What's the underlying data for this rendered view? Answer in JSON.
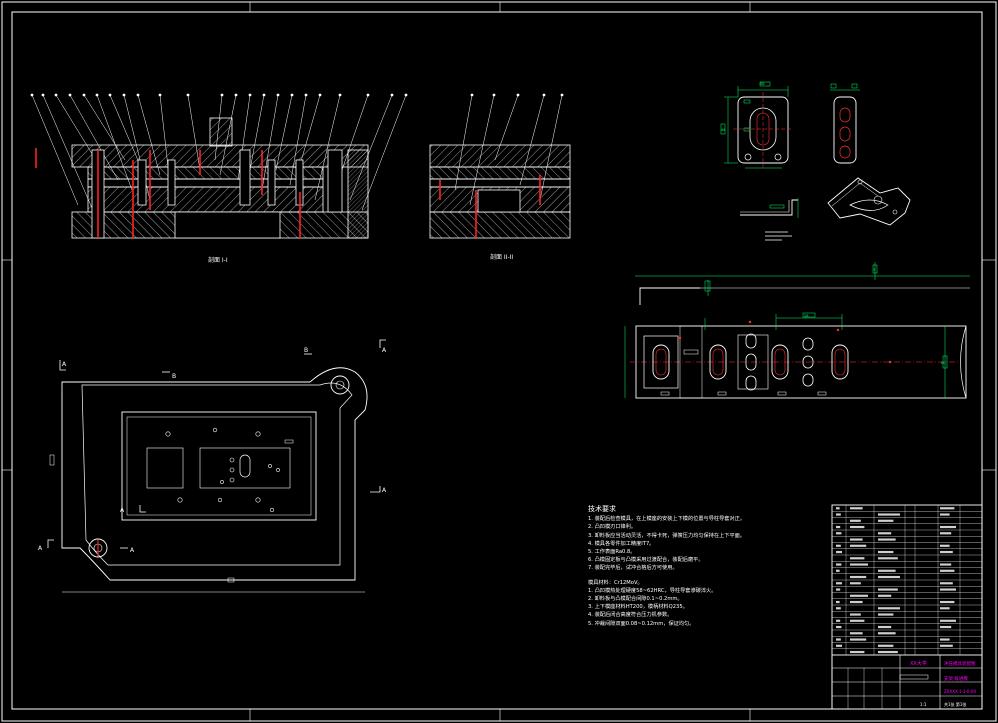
{
  "colors": {
    "background": "#000000",
    "line": "#ffffff",
    "section_red": "#ff2020",
    "dimension_green": "#00ff66",
    "centerline": "#ff3030",
    "title_magenta": "#ff00ff",
    "leader_blue": "#5080ff"
  },
  "views": {
    "section_a_label": "剖面 I-I",
    "section_b_label": "剖面 II-II",
    "plan_markers": [
      "A",
      "A",
      "B",
      "B",
      "A",
      "A",
      "A",
      "A"
    ]
  },
  "part": {
    "dim_width": "58",
    "dim_height": "46"
  },
  "strip": {
    "dim_pitch": "28",
    "dim_total": "60",
    "dim_side": "3"
  },
  "notes": {
    "heading": "技术要求",
    "lines": [
      "1. 装配后检查模具，在上模座的安装上下模的位置与导柱导套对正。",
      "2. 凸凹模刃口锋利。",
      "3. 卸料板应当活动灵活，不得卡死，弹簧压力均匀保持在上下平面。",
      "4. 模具各零件加工精度IT7。",
      "5. 工作表面Ra0.8。",
      "6. 凸模固定板与凸模采用过渡配合，装配后磨平。",
      "7. 装配完毕后，试冲合格后方可使用。"
    ],
    "lines2": [
      "模具材料：Cr12MoV。",
      "1. 凸凹模热处理硬度58~62HRC，导柱导套渗碳淬火。",
      "2. 卸料板与凸模配合间隙0.1~0.2mm。",
      "3. 上下模座材料HT200，模柄材料Q235。",
      "4. 装配后闭合高度符合压力机参数。",
      "5. 冲裁间隙双面0.08~0.12mm，保证均匀。"
    ]
  },
  "title_block": {
    "school": "XX大学",
    "drawing_name": "冲压模具装配图",
    "part_name": "支架 级进模",
    "code": "ZXXXX-1-1-0-00",
    "scale": "1:1",
    "sheet": "共1张 第1张"
  }
}
